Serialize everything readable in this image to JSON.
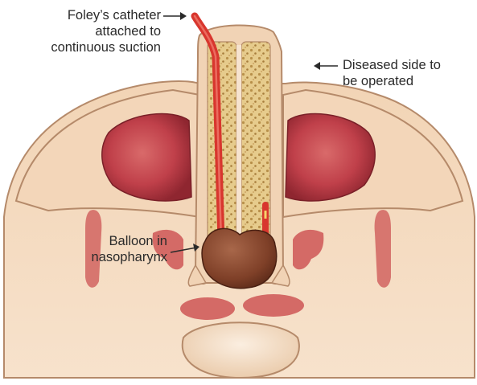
{
  "labels": {
    "foley_line1": "Foley’s catheter",
    "foley_line2": "attached to",
    "foley_line3": "continuous suction",
    "diseased_line1": "Diseased side to",
    "diseased_line2": "be operated",
    "balloon_line1": "Balloon in",
    "balloon_line2": "nasopharynx"
  },
  "colors": {
    "skin": "#f4d9bd",
    "bone_outline": "#b58a6a",
    "sinus": "#c0404a",
    "sinus_dark": "#9e2a34",
    "septum_cancellous": "#e3c784",
    "catheter": "#d8362e",
    "balloon": "#8b4a30",
    "mucosa": "#d46a66"
  }
}
